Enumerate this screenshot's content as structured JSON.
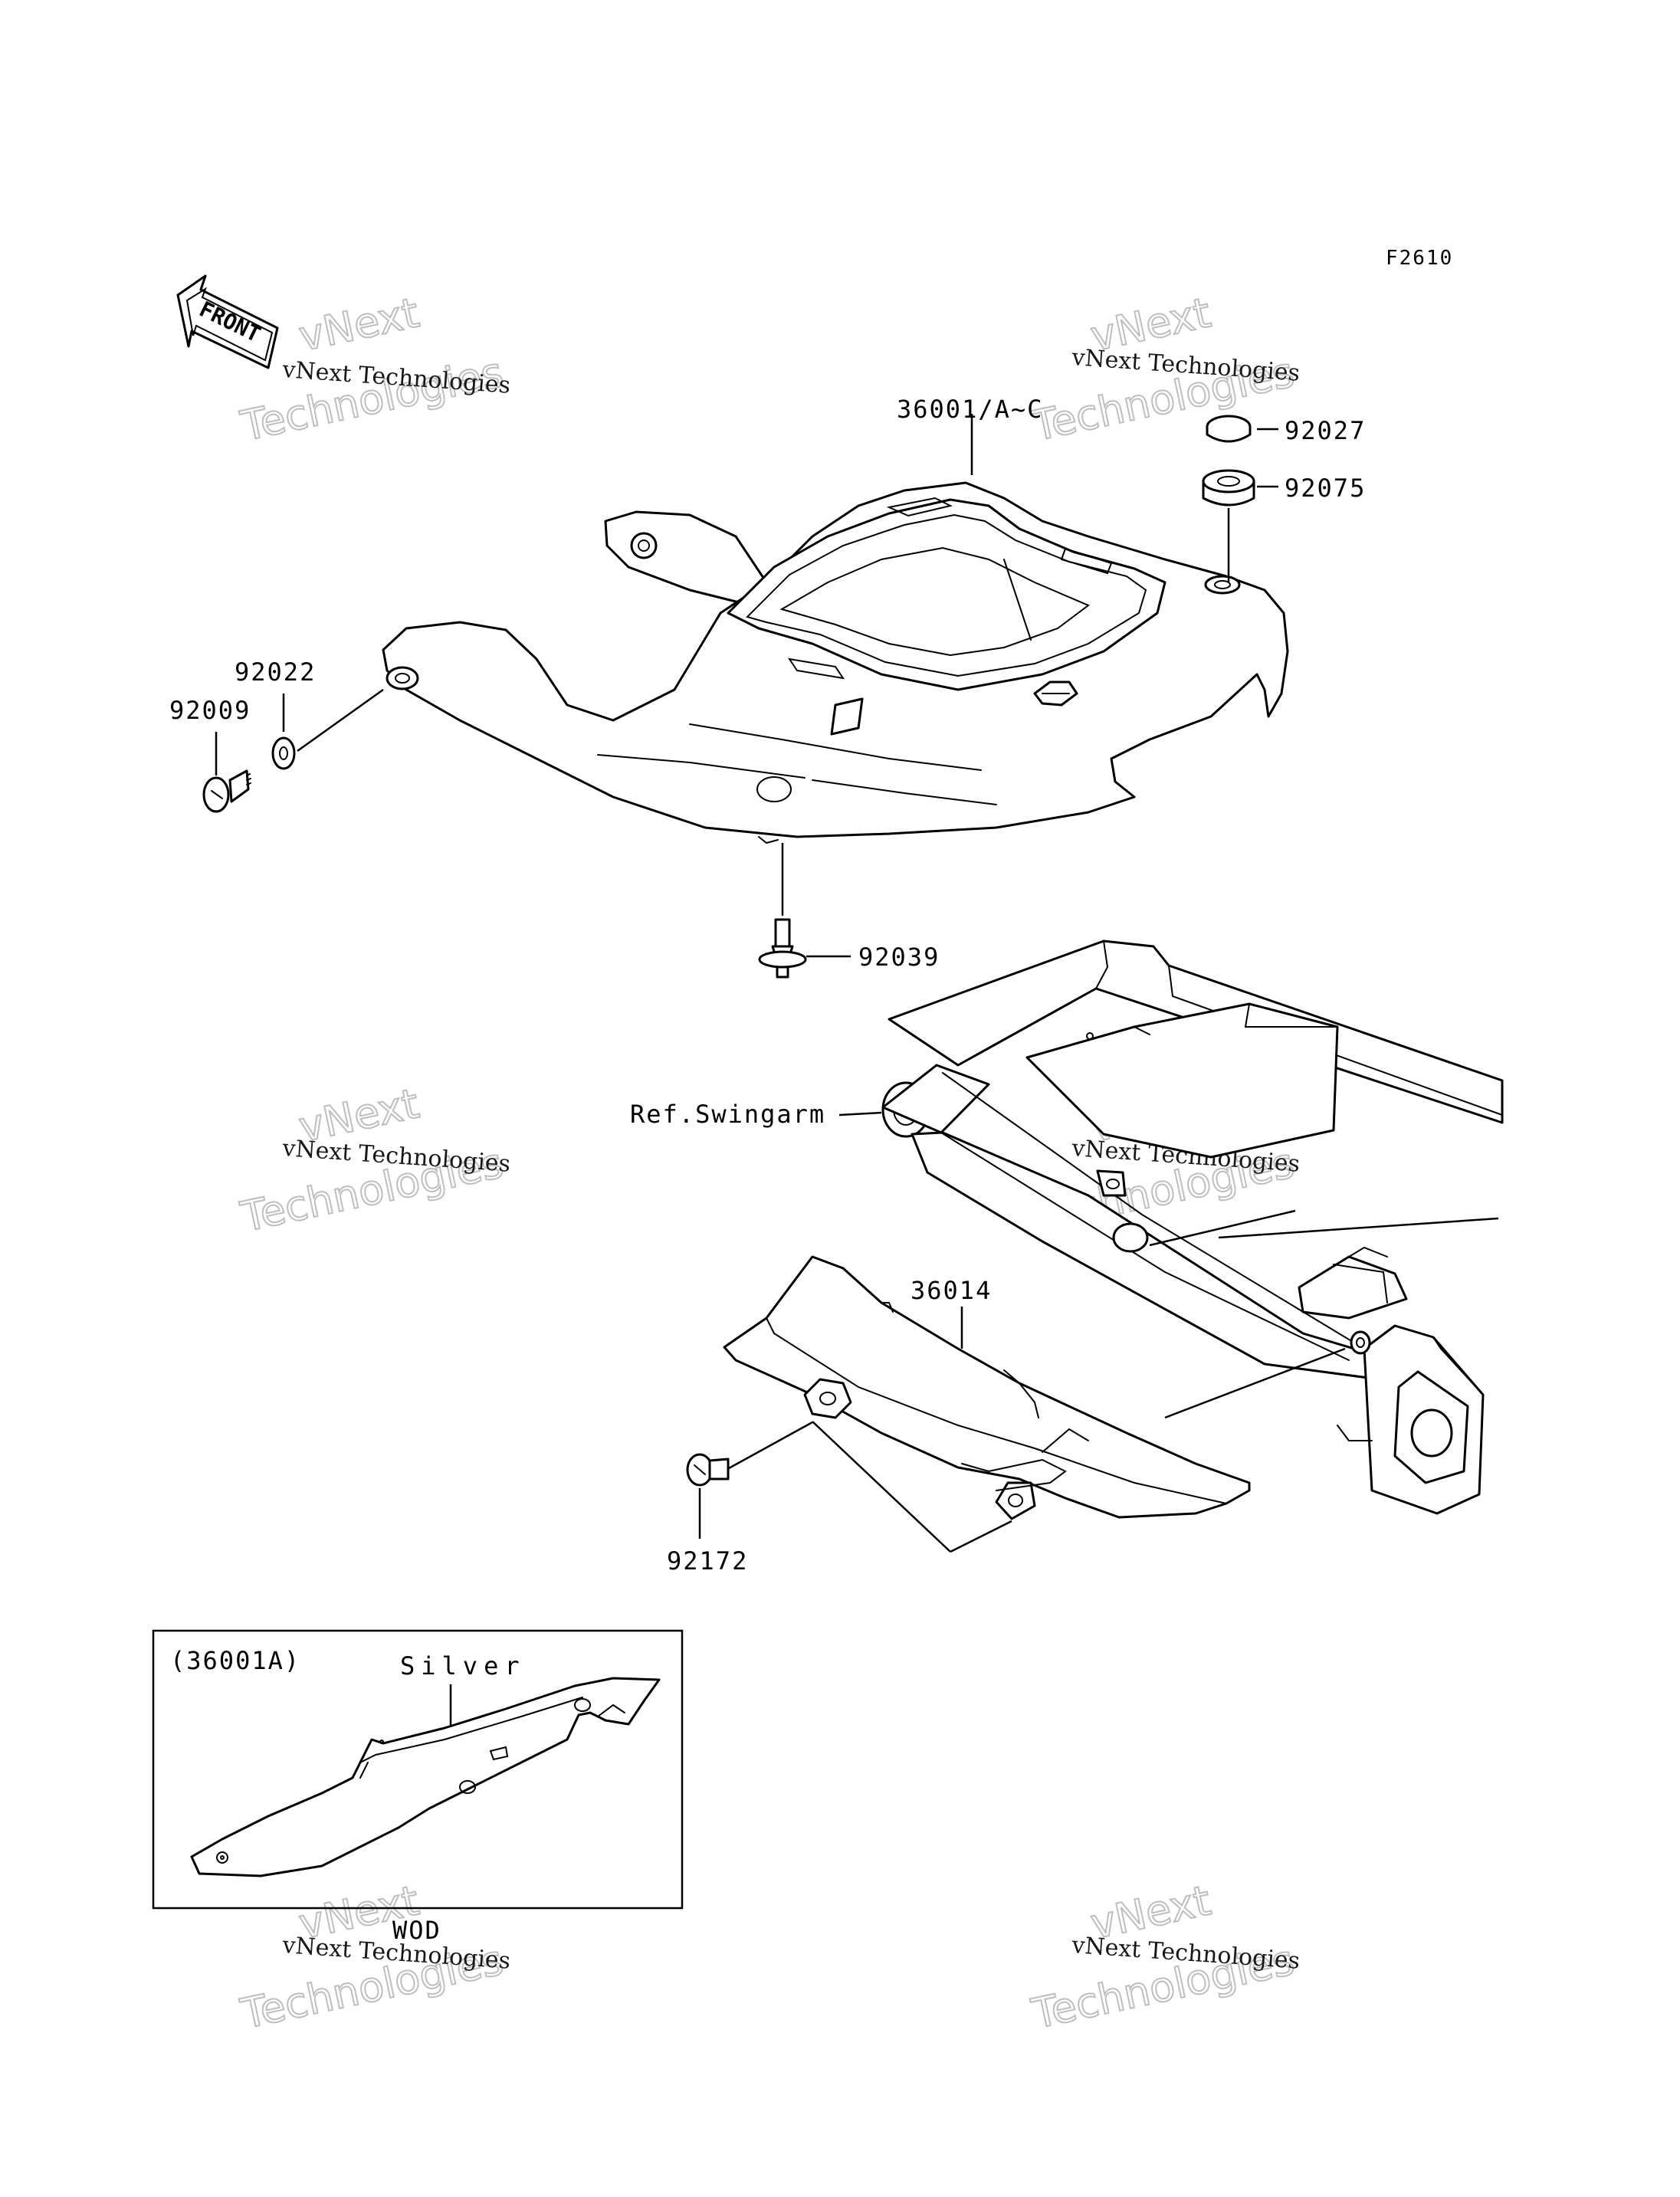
{
  "diagram_code": "F2610",
  "direction_label": "FRONT",
  "watermark": {
    "company_line": "vNext Technologies",
    "big_word_1": "vNext",
    "big_word_2": "Technologies"
  },
  "callouts": {
    "seat_cover": "36001/A~C",
    "cap": "92027",
    "grommet": "92075",
    "washer": "92022",
    "bolt_left": "92009",
    "rivet": "92039",
    "swingarm_ref": "Ref.Swingarm",
    "chain_cover": "36014",
    "bolt_chain": "92172"
  },
  "inset": {
    "title": "(36001A)",
    "color_label": "Silver",
    "note": "WOD"
  }
}
